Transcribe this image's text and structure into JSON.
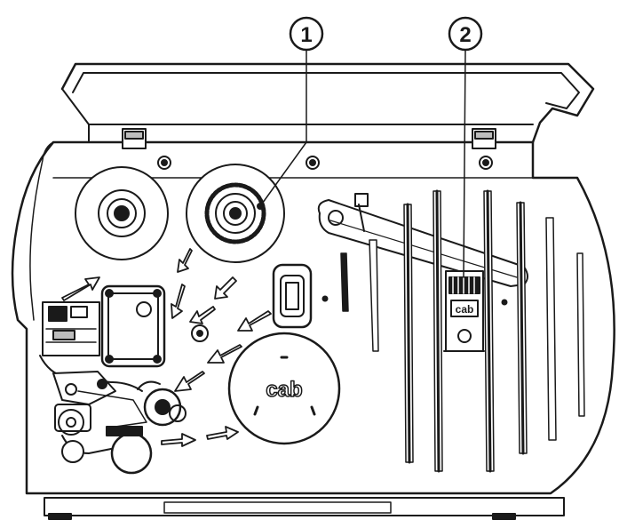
{
  "callouts": [
    {
      "number": "1"
    },
    {
      "number": "2"
    }
  ],
  "brand": {
    "logo_text": "cab"
  },
  "colors": {
    "line": "#1a1a1a",
    "fill": "#ffffff",
    "dark": "#222222",
    "shade": "#bdbdbd"
  }
}
